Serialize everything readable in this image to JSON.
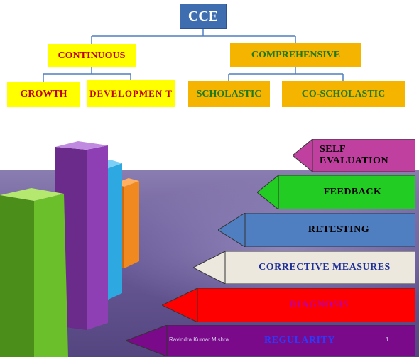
{
  "root": {
    "label": "CCE"
  },
  "level1": [
    {
      "id": "continuous",
      "label": "CONTINUOUS"
    },
    {
      "id": "comprehensive",
      "label": "COMPREHENSIVE"
    }
  ],
  "level2": [
    {
      "id": "growth",
      "label": "GROWTH",
      "parent": "continuous"
    },
    {
      "id": "development",
      "label": "DEVELOPMEN T",
      "parent": "continuous"
    },
    {
      "id": "scholastic",
      "label": "SCHOLASTIC",
      "parent": "comprehensive"
    },
    {
      "id": "coscholastic",
      "label": "CO-SCHOLASTIC",
      "parent": "comprehensive"
    }
  ],
  "arrows": [
    {
      "label": "SELF EVALUATION",
      "fill": "#c040a0",
      "text_color": "#000000"
    },
    {
      "label": "FEEDBACK",
      "fill": "#22cc22",
      "text_color": "#000000"
    },
    {
      "label": "RETESTING",
      "fill": "#4f7fc0",
      "text_color": "#000000"
    },
    {
      "label": "CORRECTIVE  MEASURES",
      "fill": "#ece8de",
      "text_color": "#1f2f9a"
    },
    {
      "label": "DIAGNOSIS",
      "fill": "#ff0000",
      "text_color": "#c000a0"
    },
    {
      "label": "REGULARITY",
      "fill": "#7a0a8a",
      "text_color": "#2a3aff"
    }
  ],
  "footer": {
    "author": "Ravindra Kumar Mishra",
    "page": "1"
  },
  "colors": {
    "root": "#3f6eb0",
    "yellow_box": "#ffff00",
    "orange_box": "#f5b400",
    "connector": "#4f7fc0"
  }
}
